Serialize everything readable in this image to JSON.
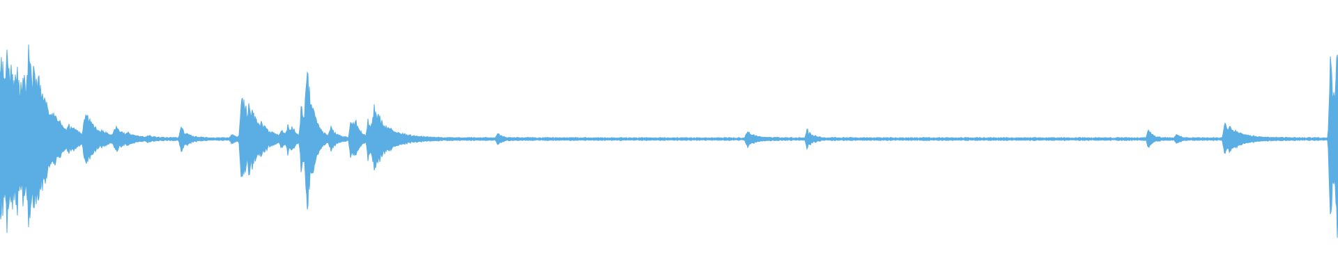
{
  "waveform": {
    "color": "#5aaee3",
    "center_level": 0.0,
    "baseline_amplitude": 0.01,
    "duration_fraction_end": 1.0,
    "peaks": [
      {
        "t": 0.0,
        "amp": 0.78,
        "decay": 0.018
      },
      {
        "t": 0.005,
        "amp": 0.3,
        "decay": 0.008
      },
      {
        "t": 0.012,
        "amp": 0.2,
        "decay": 0.006
      },
      {
        "t": 0.017,
        "amp": 0.25,
        "decay": 0.006
      },
      {
        "t": 0.021,
        "amp": 0.4,
        "decay": 0.008
      },
      {
        "t": 0.025,
        "amp": 0.22,
        "decay": 0.006
      },
      {
        "t": 0.029,
        "amp": 0.2,
        "decay": 0.006
      },
      {
        "t": 0.034,
        "amp": 0.08,
        "decay": 0.005
      },
      {
        "t": 0.04,
        "amp": 0.06,
        "decay": 0.005
      },
      {
        "t": 0.045,
        "amp": 0.05,
        "decay": 0.004
      },
      {
        "t": 0.051,
        "amp": 0.06,
        "decay": 0.004
      },
      {
        "t": 0.055,
        "amp": 0.04,
        "decay": 0.004
      },
      {
        "t": 0.063,
        "amp": 0.22,
        "decay": 0.01
      },
      {
        "t": 0.086,
        "amp": 0.1,
        "decay": 0.006
      },
      {
        "t": 0.095,
        "amp": 0.03,
        "decay": 0.004
      },
      {
        "t": 0.11,
        "amp": 0.02,
        "decay": 0.004
      },
      {
        "t": 0.135,
        "amp": 0.12,
        "decay": 0.005
      },
      {
        "t": 0.173,
        "amp": 0.05,
        "decay": 0.003
      },
      {
        "t": 0.18,
        "amp": 0.42,
        "decay": 0.01
      },
      {
        "t": 0.186,
        "amp": 0.14,
        "decay": 0.006
      },
      {
        "t": 0.195,
        "amp": 0.05,
        "decay": 0.004
      },
      {
        "t": 0.21,
        "amp": 0.07,
        "decay": 0.004
      },
      {
        "t": 0.215,
        "amp": 0.1,
        "decay": 0.004
      },
      {
        "t": 0.218,
        "amp": 0.06,
        "decay": 0.003
      },
      {
        "t": 0.225,
        "amp": 0.28,
        "decay": 0.006
      },
      {
        "t": 0.229,
        "amp": 0.62,
        "decay": 0.004
      },
      {
        "t": 0.233,
        "amp": 0.12,
        "decay": 0.005
      },
      {
        "t": 0.247,
        "amp": 0.1,
        "decay": 0.004
      },
      {
        "t": 0.262,
        "amp": 0.25,
        "decay": 0.004
      },
      {
        "t": 0.266,
        "amp": 0.09,
        "decay": 0.003
      },
      {
        "t": 0.275,
        "amp": 0.2,
        "decay": 0.005
      },
      {
        "t": 0.279,
        "amp": 0.24,
        "decay": 0.012
      },
      {
        "t": 0.372,
        "amp": 0.06,
        "decay": 0.003
      },
      {
        "t": 0.558,
        "amp": 0.07,
        "decay": 0.006
      },
      {
        "t": 0.603,
        "amp": 0.09,
        "decay": 0.004
      },
      {
        "t": 0.858,
        "amp": 0.1,
        "decay": 0.003
      },
      {
        "t": 0.879,
        "amp": 0.04,
        "decay": 0.003
      },
      {
        "t": 0.915,
        "amp": 0.16,
        "decay": 0.01
      },
      {
        "t": 0.994,
        "amp": 0.88,
        "decay": 0.004
      },
      {
        "t": 0.999,
        "amp": 0.7,
        "decay": 0.004
      }
    ]
  }
}
